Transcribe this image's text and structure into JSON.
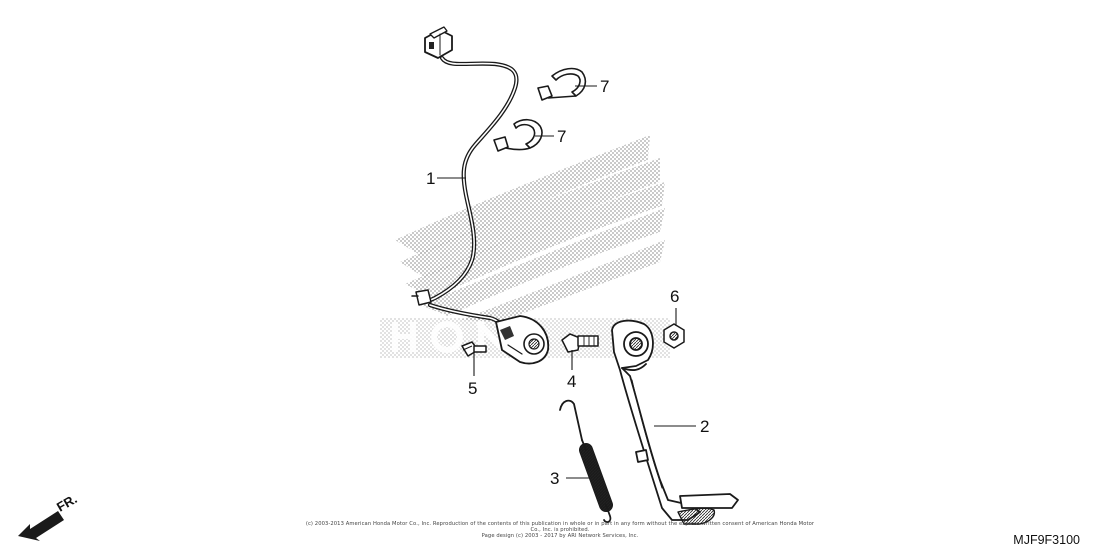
{
  "diagram": {
    "callouts": [
      {
        "id": "1",
        "label": "1"
      },
      {
        "id": "2",
        "label": "2"
      },
      {
        "id": "3",
        "label": "3"
      },
      {
        "id": "4",
        "label": "4"
      },
      {
        "id": "5",
        "label": "5"
      },
      {
        "id": "6",
        "label": "6"
      },
      {
        "id": "7a",
        "label": "7"
      },
      {
        "id": "7b",
        "label": "7"
      }
    ],
    "front_indicator": "FR.",
    "copyright_lines": [
      "(c) 2003-2013 American Honda Motor Co., Inc. Reproduction of the contents of this publication in whole or in part in any form without the express written consent of American Honda Motor Co., Inc. is prohibited.",
      "Page design (c) 2003 - 2017 by ARI Network Services, Inc."
    ],
    "diagram_code": "MJF9F3100"
  },
  "colors": {
    "line": "#1a1a1a",
    "watermark": "#9a9a9a"
  }
}
